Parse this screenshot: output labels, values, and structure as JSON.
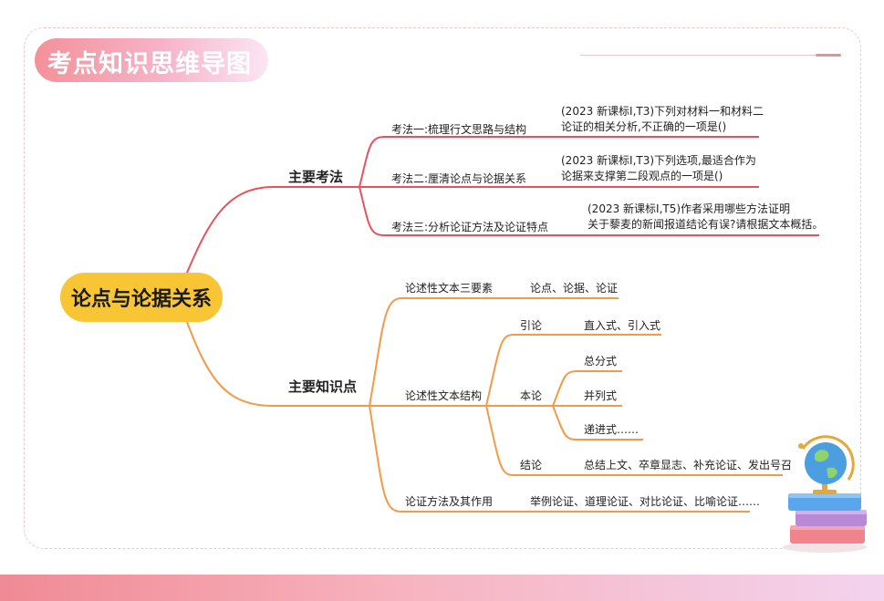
{
  "header": {
    "title": "考点知识思维导图"
  },
  "root": {
    "label": "论点与论据关系"
  },
  "branches": {
    "exam": {
      "label": "主要考法",
      "items": [
        {
          "label": "考法一:梳理行文思路与结构",
          "detail_1": "(2023 新课标Ⅰ,T3)下列对材料一和材料二",
          "detail_2": "论证的相关分析,不正确的一项是()"
        },
        {
          "label": "考法二:厘清论点与论据关系",
          "detail_1": "(2023 新课标Ⅰ,T3)下列选项,最适合作为",
          "detail_2": "论据来支撑第二段观点的一项是()"
        },
        {
          "label": "考法三:分析论证方法及论证特点",
          "detail_1": "(2023 新课标Ⅰ,T5)作者采用哪些方法证明",
          "detail_2": "关于藜麦的新闻报道结论有误?请根据文本概括。"
        }
      ]
    },
    "knowledge": {
      "label": "主要知识点",
      "elements": {
        "label": "论述性文本三要素",
        "detail": "论点、论据、论证"
      },
      "structure": {
        "label": "论述性文本结构",
        "intro": {
          "label": "引论",
          "detail": "直入式、引入式"
        },
        "body": {
          "label": "本论",
          "styles": [
            "总分式",
            "并列式",
            "递进式……"
          ]
        },
        "conclusion": {
          "label": "结论",
          "detail": "总结上文、卒章显志、补充论证、发出号召"
        }
      },
      "methods": {
        "label": "论证方法及其作用",
        "detail": "举例论证、道理论证、对比论证、比喻论证……"
      }
    }
  },
  "colors": {
    "exam_line": "#e8525c",
    "knowledge_line": "#f39a4a",
    "root_fill": "#f8c534"
  },
  "decoration": {
    "illustration": "globe-on-books-icon"
  }
}
